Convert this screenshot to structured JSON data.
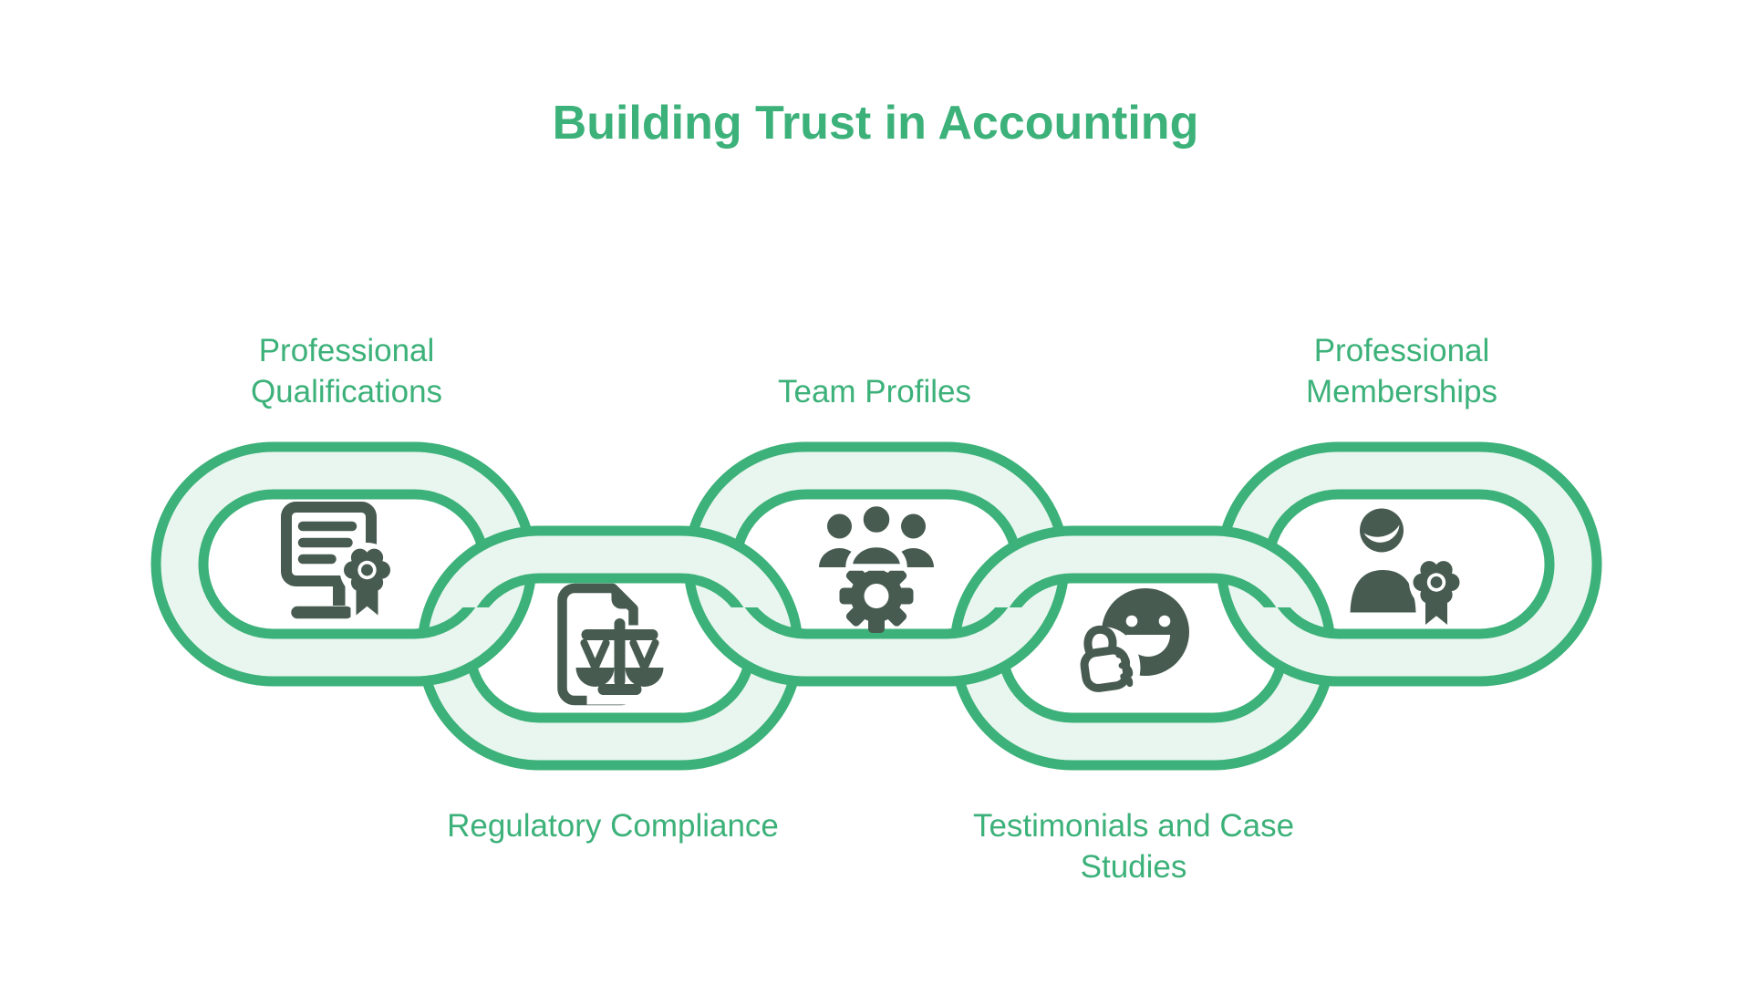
{
  "title": "Building Trust in Accounting",
  "colors": {
    "green": "#3CB179",
    "light_green": "#E9F6EF",
    "icon_dark": "#475B50",
    "background": "#FFFFFF"
  },
  "links": [
    {
      "label": "Professional Qualifications",
      "icon": "certificate-icon",
      "position": "top"
    },
    {
      "label": "Regulatory Compliance",
      "icon": "legal-document-scales-icon",
      "position": "bottom"
    },
    {
      "label": "Team Profiles",
      "icon": "team-gear-icon",
      "position": "top"
    },
    {
      "label": "Testimonials and Case Studies",
      "icon": "thumbs-up-smiley-icon",
      "position": "bottom"
    },
    {
      "label": "Professional Memberships",
      "icon": "member-badge-icon",
      "position": "top"
    }
  ]
}
